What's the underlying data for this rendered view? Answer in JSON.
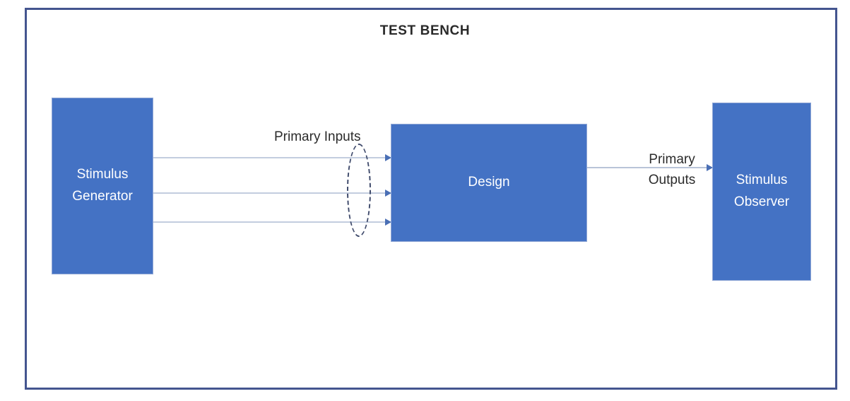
{
  "diagram": {
    "title": "TEST BENCH",
    "type": "block-diagram",
    "frame_color": "#44558f",
    "block_fill_color": "#4472c4",
    "block_text_color": "#ffffff",
    "connector_color": "#c3cddf",
    "arrowhead_color": "#4a6fb5",
    "highlight_ellipse_color": "#3f4a6b",
    "blocks": [
      {
        "name": "stimulus-generator",
        "label_lines": [
          "Stimulus",
          "Generator"
        ],
        "line1": "Stimulus",
        "line2": "Generator"
      },
      {
        "name": "design",
        "label_lines": [
          "Design"
        ],
        "line1": "Design"
      },
      {
        "name": "stimulus-observer",
        "label_lines": [
          "Stimulus",
          "Observer"
        ],
        "line1": "Stimulus",
        "line2": "Observer"
      }
    ],
    "edge_labels": {
      "primary_inputs": "Primary Inputs",
      "primary_outputs_line1": "Primary",
      "primary_outputs_line2": "Outputs"
    },
    "connections": [
      {
        "from": "stimulus-generator",
        "to": "design",
        "label": "Primary Inputs",
        "count": 3
      },
      {
        "from": "design",
        "to": "stimulus-observer",
        "label": "Primary Outputs",
        "count": 1
      }
    ],
    "annotations": [
      {
        "name": "input-bundle-ellipse",
        "style": "dashed-ellipse",
        "over": "Primary Inputs"
      }
    ]
  }
}
